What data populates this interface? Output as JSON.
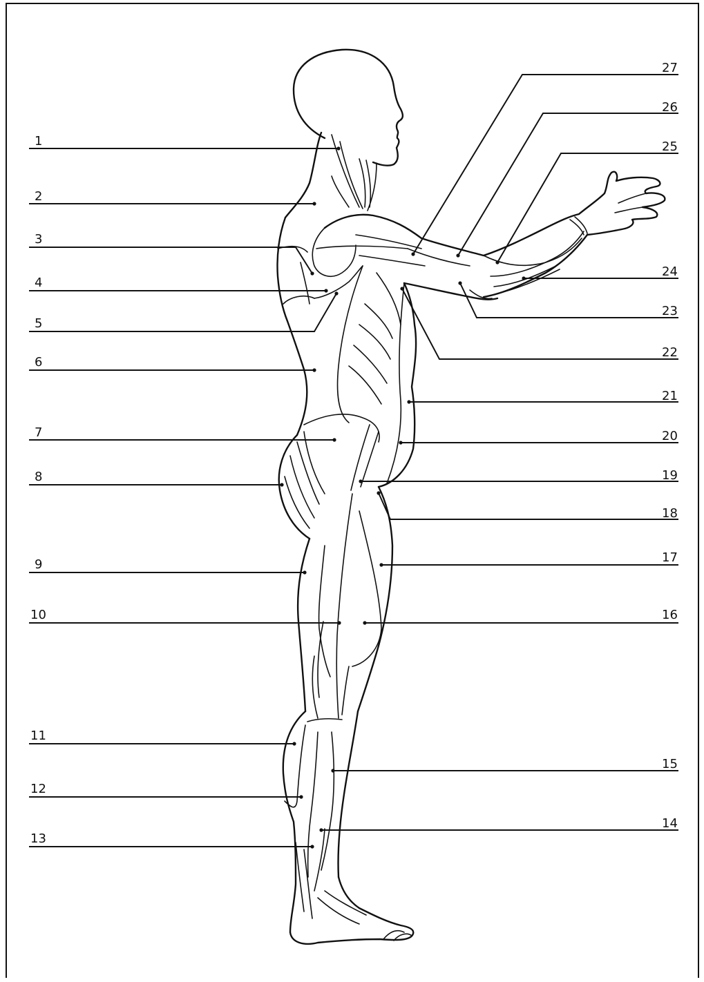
{
  "labels": {
    "left": [
      {
        "id": "1",
        "text": "1"
      },
      {
        "id": "2",
        "text": "2"
      },
      {
        "id": "3",
        "text": "3"
      },
      {
        "id": "4",
        "text": "4"
      },
      {
        "id": "5",
        "text": "5"
      },
      {
        "id": "6",
        "text": "6"
      },
      {
        "id": "7",
        "text": "7"
      },
      {
        "id": "8",
        "text": "8"
      },
      {
        "id": "9",
        "text": "9"
      },
      {
        "id": "10",
        "text": "10"
      },
      {
        "id": "11",
        "text": "11"
      },
      {
        "id": "12",
        "text": "12"
      },
      {
        "id": "13",
        "text": "13"
      }
    ],
    "right": [
      {
        "id": "27",
        "text": "27"
      },
      {
        "id": "26",
        "text": "26"
      },
      {
        "id": "25",
        "text": "25"
      },
      {
        "id": "24",
        "text": "24"
      },
      {
        "id": "23",
        "text": "23"
      },
      {
        "id": "22",
        "text": "22"
      },
      {
        "id": "21",
        "text": "21"
      },
      {
        "id": "20",
        "text": "20"
      },
      {
        "id": "19",
        "text": "19"
      },
      {
        "id": "18",
        "text": "18"
      },
      {
        "id": "17",
        "text": "17"
      },
      {
        "id": "16",
        "text": "16"
      },
      {
        "id": "15",
        "text": "15"
      },
      {
        "id": "14",
        "text": "14"
      }
    ]
  },
  "colors": {
    "ink": "#111111",
    "paper": "#ffffff"
  }
}
